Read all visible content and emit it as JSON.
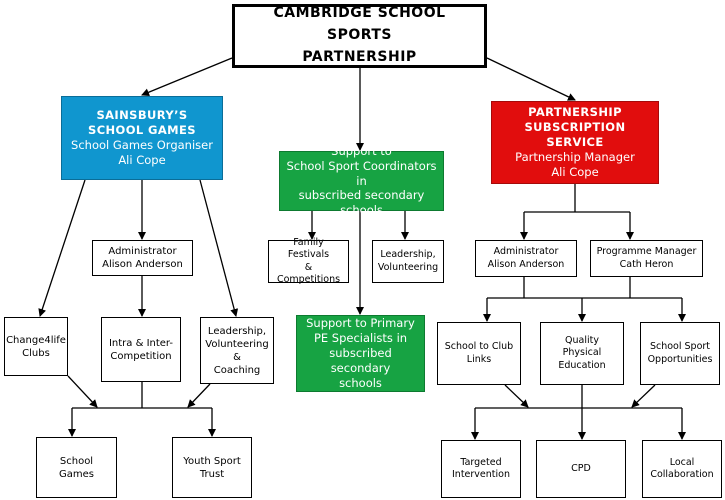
{
  "title": {
    "line1": "CAMBRIDGE SCHOOL SPORTS",
    "line2": "PARTNERSHIP"
  },
  "left": {
    "head_line1": "SAINSBURY’S",
    "head_line2": "SCHOOL GAMES",
    "role": "School Games Organiser",
    "person": "Ali Cope",
    "admin_line1": "Administrator",
    "admin_line2": "Alison Anderson",
    "change4life_line1": "Change4life",
    "change4life_line2": "Clubs",
    "intra_line1": "Intra & Inter-",
    "intra_line2": "Competition",
    "leadership_line1": "Leadership,",
    "leadership_line2": "Volunteering &",
    "leadership_line3": "Coaching",
    "school_games": "School Games",
    "yst_line1": "Youth Sport",
    "yst_line2": "Trust"
  },
  "middle": {
    "line1": "Support to",
    "line2": "School Sport Coordinators in",
    "line3": "subscribed  secondary schools",
    "family_line1": "Family Festivals",
    "family_line2": "& Competitions",
    "lead_line1": "Leadership,",
    "lead_line2": "Volunteering",
    "pe_line1": "Support to Primary",
    "pe_line2": "PE Specialists in",
    "pe_line3": "subscribed secondary",
    "pe_line4": "schools"
  },
  "right": {
    "head_line1": "PARTNERSHIP",
    "head_line2": "SUBSCRIPTION SERVICE",
    "role": "Partnership Manager",
    "person": "Ali Cope",
    "admin_line1": "Administrator",
    "admin_line2": "Alison Anderson",
    "prog_line1": "Programme Manager",
    "prog_line2": "Cath Heron",
    "club_line1": "School to Club",
    "club_line2": "Links",
    "qpe_line1": "Quality",
    "qpe_line2": "Physical",
    "qpe_line3": "Education",
    "sso_line1": "School Sport",
    "sso_line2": "Opportunities",
    "targeted_line1": "Targeted",
    "targeted_line2": "Intervention",
    "cpd": "CPD",
    "local_line1": "Local",
    "local_line2": "Collaboration"
  }
}
